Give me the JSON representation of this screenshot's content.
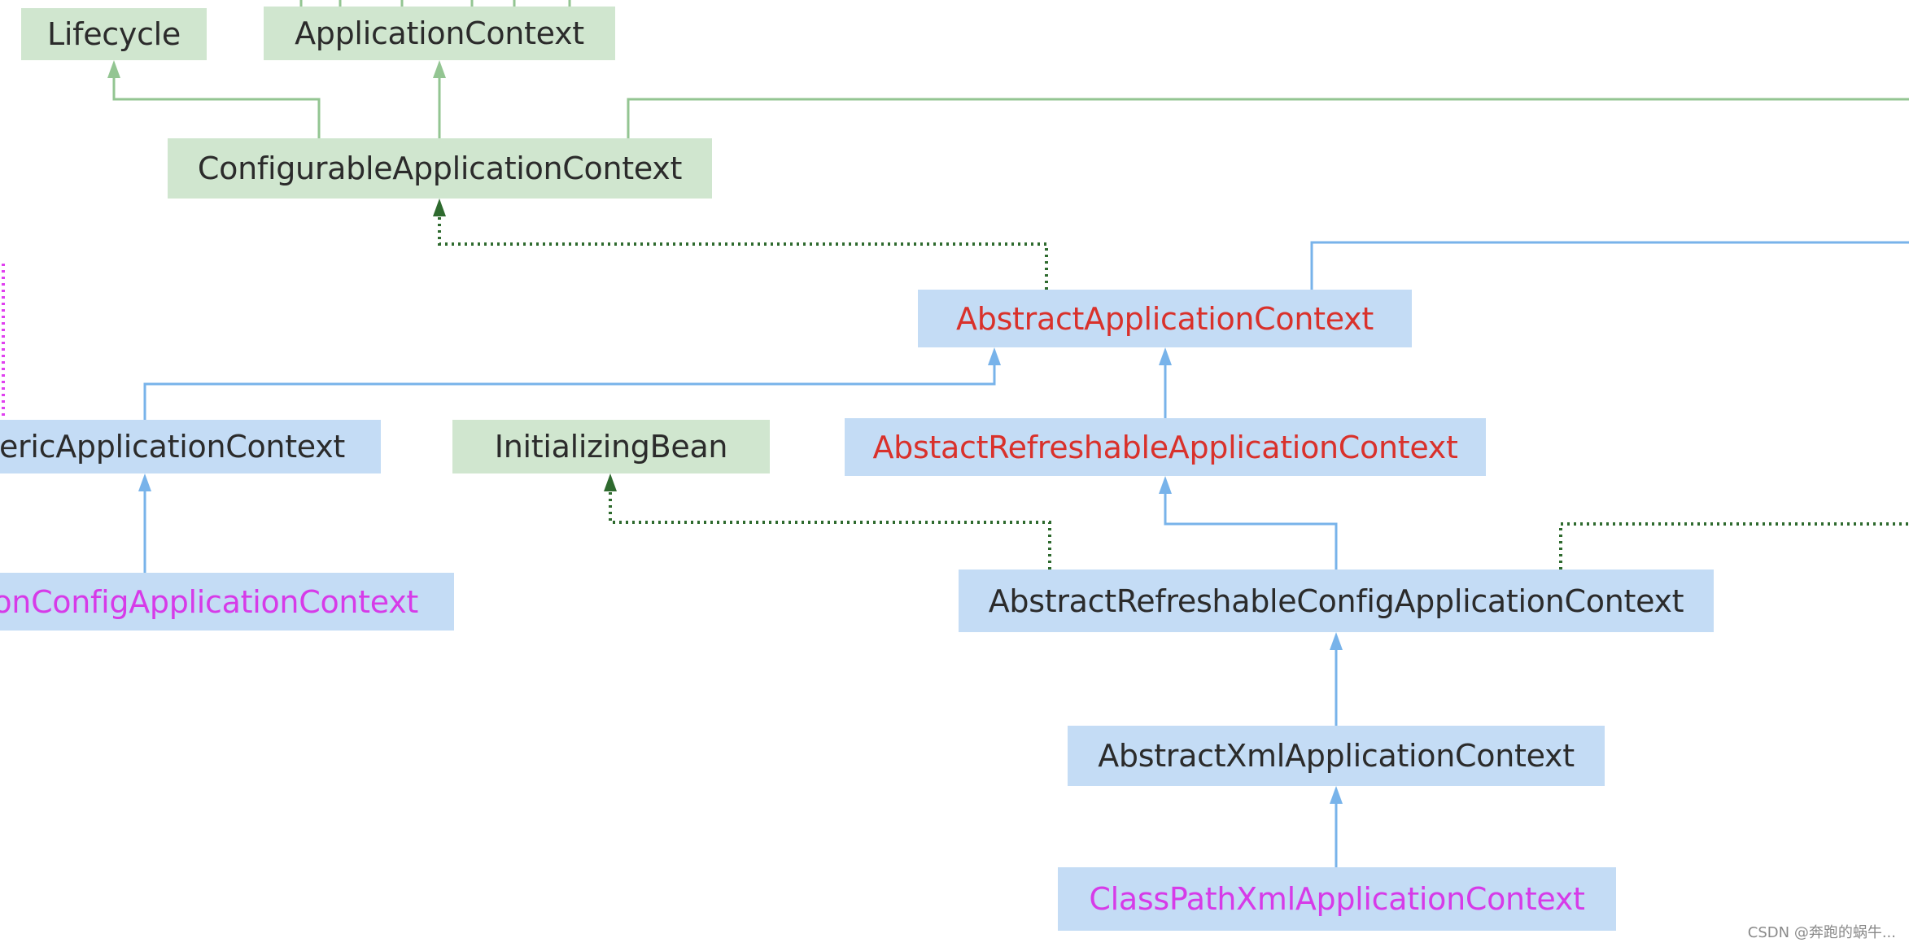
{
  "colors": {
    "interface_fill": "#d0e6cf",
    "class_fill": "#c4dcf5",
    "text_dark": "#2b2b2b",
    "text_red": "#d9312b",
    "text_pink": "#d63be8",
    "extends_interface_line": "#93c592",
    "extends_class_line": "#78b3ea",
    "implements_line": "#2e6a2e",
    "pink_dotted_line": "#e040f0"
  },
  "nodes": {
    "lifecycle": {
      "label": "Lifecycle",
      "kind": "interface"
    },
    "application_context": {
      "label": "ApplicationContext",
      "kind": "interface"
    },
    "configurable_application_context": {
      "label": "ConfigurableApplicationContext",
      "kind": "interface"
    },
    "abstract_application_context": {
      "label": "AbstractApplicationContext",
      "kind": "class"
    },
    "generic_application_context": {
      "label": "nericApplicationContext",
      "kind": "class"
    },
    "initializing_bean": {
      "label": "InitializingBean",
      "kind": "interface"
    },
    "abstact_refreshable_application_context": {
      "label": "AbstactRefreshableApplicationContext",
      "kind": "class"
    },
    "annotation_config_application_context": {
      "label": "onConfigApplicationContext",
      "kind": "class"
    },
    "abstract_refreshable_config_application_context": {
      "label": "AbstractRefreshableConfigApplicationContext",
      "kind": "class"
    },
    "abstract_xml_application_context": {
      "label": "AbstractXmlApplicationContext",
      "kind": "class"
    },
    "classpath_xml_application_context": {
      "label": "ClassPathXmlApplicationContext",
      "kind": "class"
    }
  },
  "edges": [
    {
      "from": "configurable_application_context",
      "to": "lifecycle",
      "type": "extends-interface"
    },
    {
      "from": "configurable_application_context",
      "to": "application_context",
      "type": "extends-interface"
    },
    {
      "from": "abstract_application_context",
      "to": "configurable_application_context",
      "type": "implements"
    },
    {
      "from": "generic_application_context",
      "to": "abstract_application_context",
      "type": "extends"
    },
    {
      "from": "abstact_refreshable_application_context",
      "to": "abstract_application_context",
      "type": "extends"
    },
    {
      "from": "annotation_config_application_context",
      "to": "generic_application_context",
      "type": "extends"
    },
    {
      "from": "abstract_refreshable_config_application_context",
      "to": "initializing_bean",
      "type": "implements"
    },
    {
      "from": "abstract_refreshable_config_application_context",
      "to": "abstact_refreshable_application_context",
      "type": "extends"
    },
    {
      "from": "abstract_xml_application_context",
      "to": "abstract_refreshable_config_application_context",
      "type": "extends"
    },
    {
      "from": "classpath_xml_application_context",
      "to": "abstract_xml_application_context",
      "type": "extends"
    }
  ],
  "watermark": "CSDN @奔跑的蜗牛..."
}
